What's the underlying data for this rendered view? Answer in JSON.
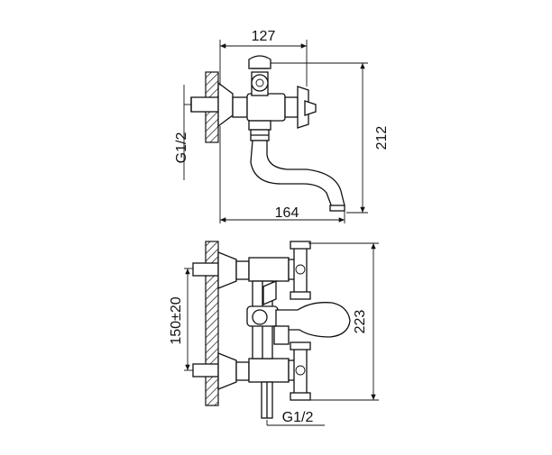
{
  "drawing": {
    "side_view": {
      "width_top": "127",
      "height_right": "212",
      "width_bottom": "164",
      "thread_label": "G1/2"
    },
    "front_view": {
      "spacing_label": "150±20",
      "height_right": "223",
      "thread_label": "G1/2"
    }
  },
  "colors": {
    "line": "#111111",
    "background": "#ffffff"
  }
}
